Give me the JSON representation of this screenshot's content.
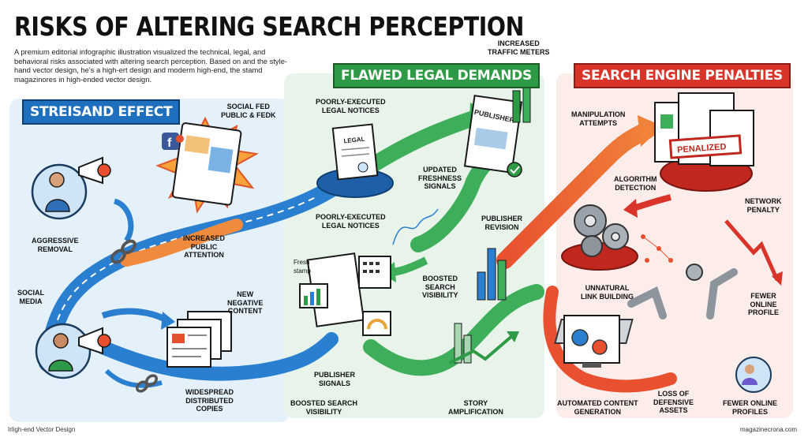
{
  "title": "RISKS OF ALTERING SEARCH PERCEPTION",
  "intro": "A premium editorial infographic illustration visualized the technical, legal, and behavioral risks associated with altering search perception. Based on and the style-hand vector design, he's a high-ert design and moderm high-end, the stamd magazinores in high-ended vector design.",
  "sections": {
    "streisand": "STREISAND EFFECT",
    "legal": "FLAWED LEGAL DEMANDS",
    "penalty": "SEARCH ENGINE PENALTIES"
  },
  "labels": {
    "social_fed": "SOCIAL FED\nPUBLIC & FEDK",
    "aggressive_removal": "AGGRESSIVE\nREMOVAL",
    "increased_attention": "INCREASED\nPUBLIC\nATTENTION",
    "social_media": "SOCIAL\nMEDIA",
    "new_negative": "NEW\nNEGATIVE\nCONTENT",
    "widespread": "WIDESPREAD\nDISTRIBUTED\nCOPIES",
    "poorly_top": "POORLY-EXECUTED\nLEGAL NOTICES",
    "poorly_bottom": "POORLY-EXECUTED\nLEGAL NOTICES",
    "traffic_meters": "INCREASED\nTRAFFIC METERS",
    "freshness": "UPDATED\nFRESHNESS\nSIGNALS",
    "publisher_revision": "PUBLISHER\nREVISION",
    "fresh_stamp": "Fresh\nstamp",
    "boosted_mid": "BOOSTED\nSEARCH\nVISIBILITY",
    "publisher_signals": "PUBLISHER\nSIGNALS",
    "boosted_bottom": "BOOSTED SEARCH\nVISIBILITY",
    "story_amp": "STORY\nAMPLIFICATION",
    "manipulation": "MANIPULATION\nATTEMPTS",
    "algorithm": "ALGORITHM\nDETECTION",
    "network_penalty": "NETWORK\nPENALTY",
    "unnatural": "UNNATURAL\nLINK BUILDING",
    "fewer_online_right": "FEWER\nONLINE\nPROFILE",
    "auto_content": "AUTOMATED CONTENT\nGENERATION",
    "loss_defensive": "LOSS OF\nDEFENSIVE\nASSETS",
    "fewer_profiles": "FEWER ONLINE\nPROFILES"
  },
  "graphic_text": {
    "legal_doc": "LEGAL",
    "publisher_sheet": "PUBLISHER",
    "penalized_stamp": "PENALIZED"
  },
  "footer": {
    "left": "Irligh-end Vector Design",
    "right": "magazinecrona.com"
  },
  "colors": {
    "streisand_blue": "#1f6fbf",
    "legal_green": "#2f9a45",
    "penalty_red": "#d8342a",
    "attention_orange": "#f08a3c"
  }
}
